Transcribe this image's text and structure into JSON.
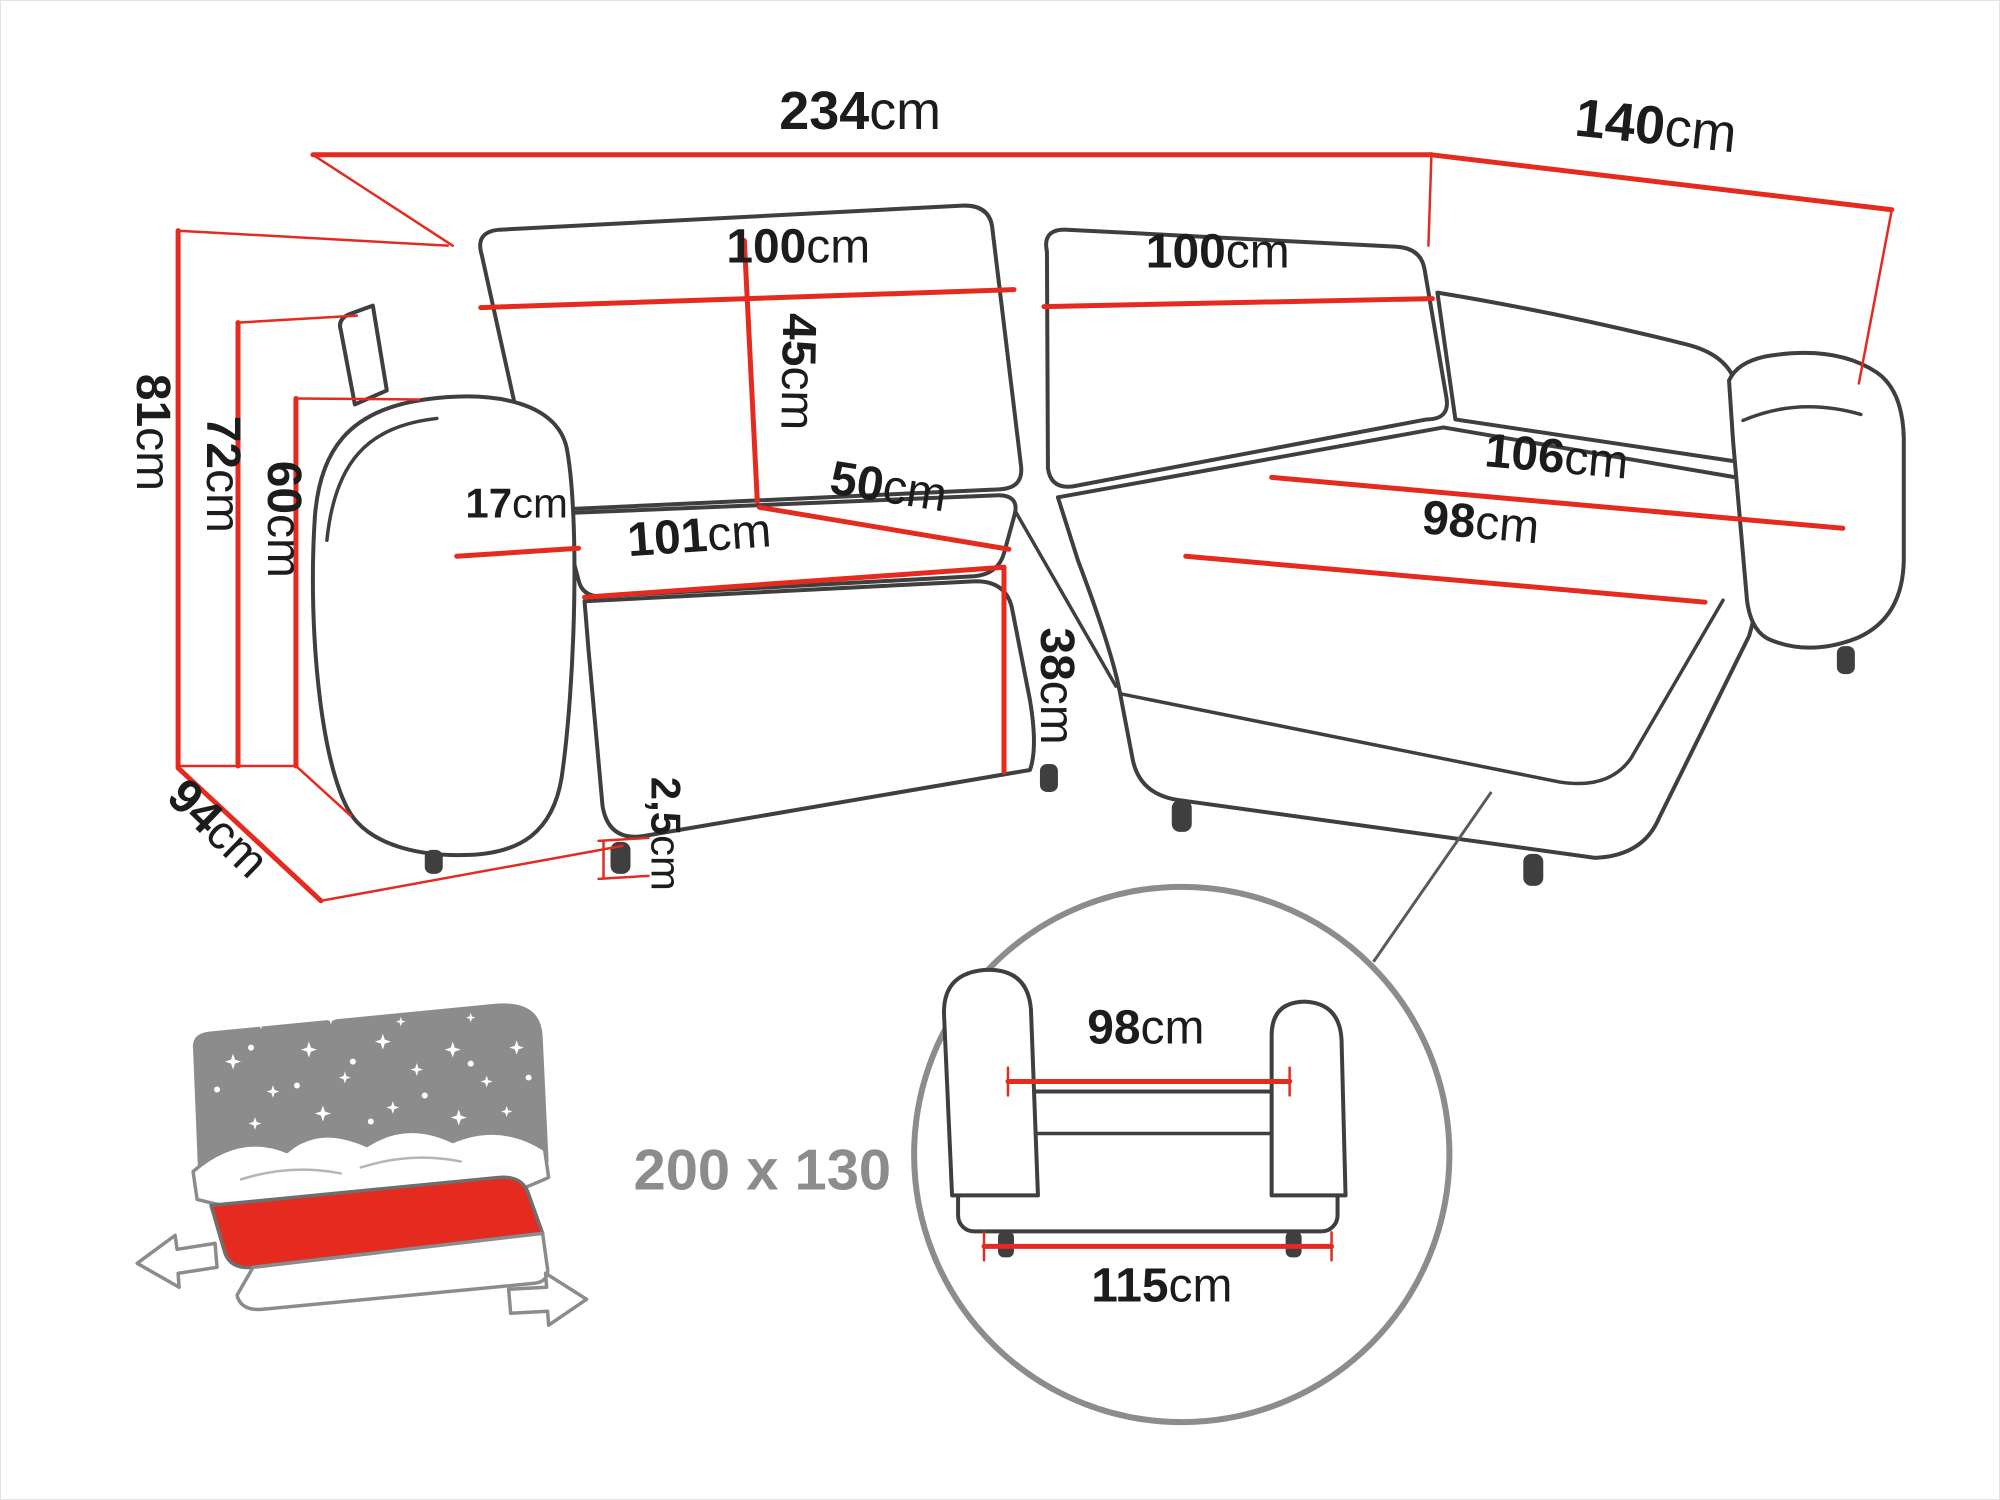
{
  "colors": {
    "dim_red": "#e52a20",
    "outline": "#3f3f3f",
    "accent_gray": "#8c8c8c"
  },
  "dimensions": {
    "total_width": {
      "value": "234",
      "unit": "cm"
    },
    "total_depth": {
      "value": "140",
      "unit": "cm"
    },
    "height_total": {
      "value": "81",
      "unit": "cm"
    },
    "height_backrest": {
      "value": "72",
      "unit": "cm"
    },
    "height_armrest": {
      "value": "60",
      "unit": "cm"
    },
    "side_depth": {
      "value": "94",
      "unit": "cm"
    },
    "back_cushion_left_width": {
      "value": "100",
      "unit": "cm"
    },
    "back_cushion_right_width": {
      "value": "100",
      "unit": "cm"
    },
    "back_cushion_height": {
      "value": "45",
      "unit": "cm"
    },
    "armrest_width": {
      "value": "17",
      "unit": "cm"
    },
    "seat_width": {
      "value": "101",
      "unit": "cm"
    },
    "seat_depth": {
      "value": "50",
      "unit": "cm"
    },
    "seat_height": {
      "value": "38",
      "unit": "cm"
    },
    "leg_height": {
      "value": "2,5",
      "unit": "cm"
    },
    "chaise_length": {
      "value": "106",
      "unit": "cm"
    },
    "chaise_width": {
      "value": "98",
      "unit": "cm"
    }
  },
  "inset": {
    "seat_depth": {
      "value": "98",
      "unit": "cm"
    },
    "extended_depth": {
      "value": "115",
      "unit": "cm"
    }
  },
  "sleeping_area": {
    "label": "200 x 130"
  },
  "icons": {
    "bed": "sofa-bed-sleeping-function-icon",
    "inset": "side-view-detail-circle"
  }
}
